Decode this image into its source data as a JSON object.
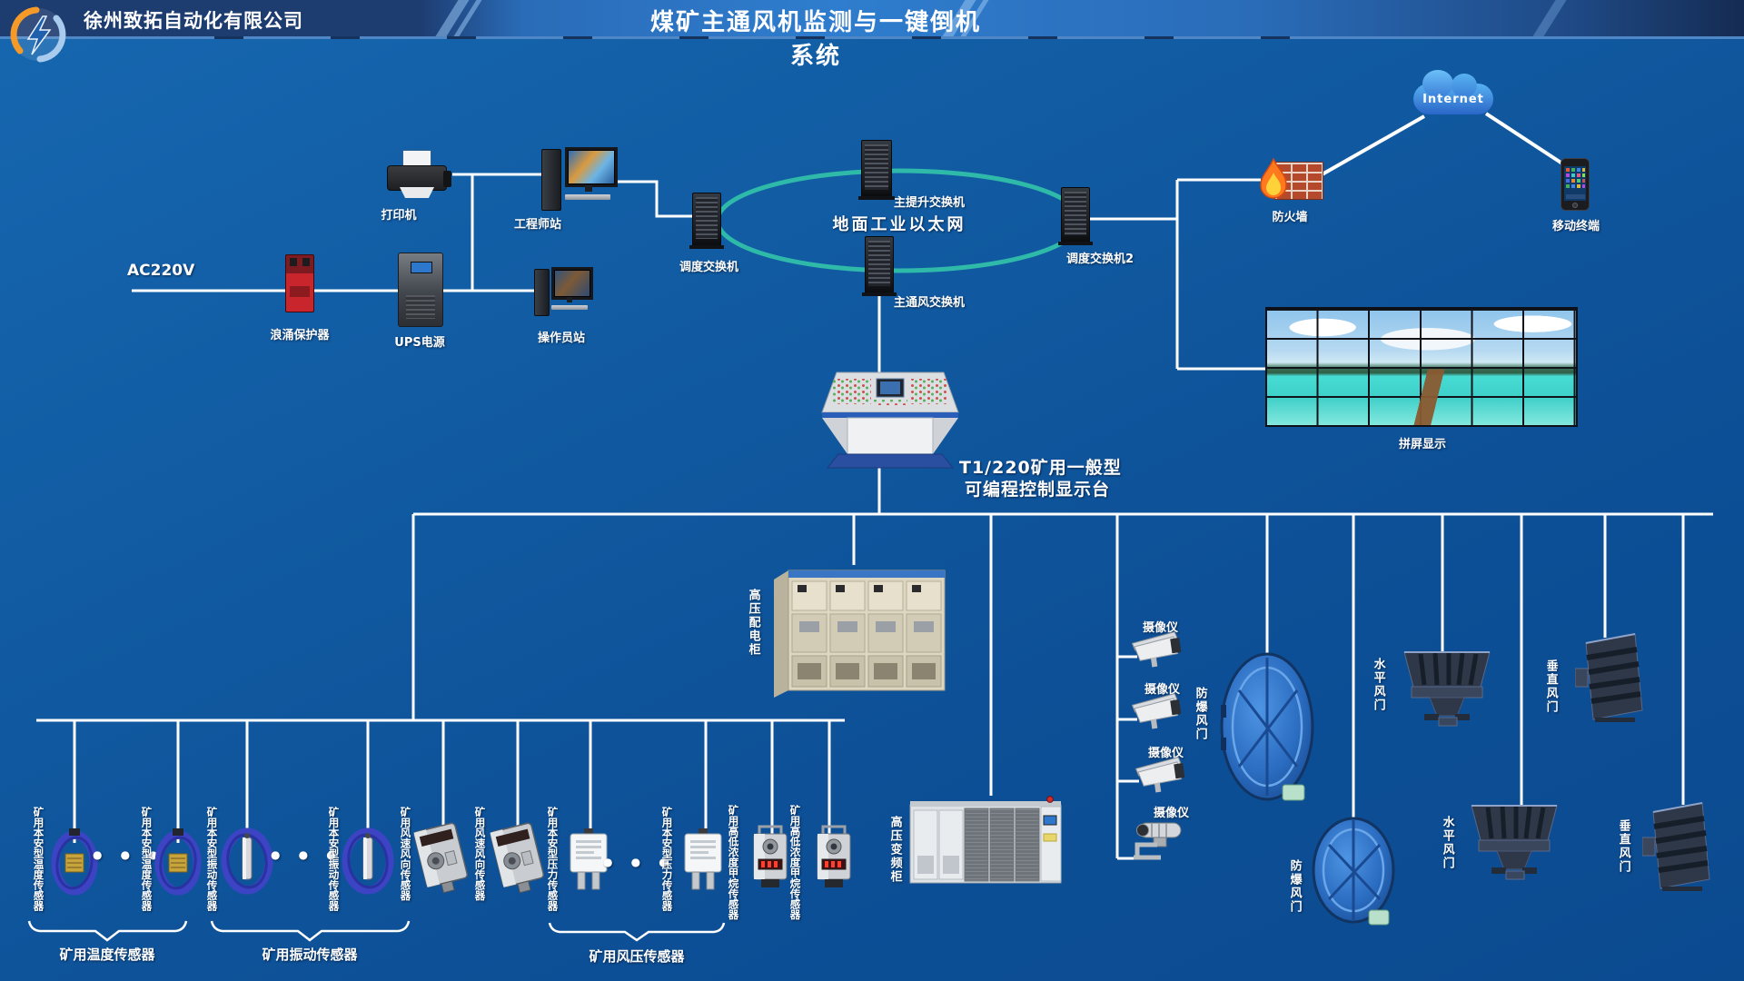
{
  "header": {
    "company": "徐州致拓自动化有限公司",
    "title": "煤矿主通风机监测与一键倒机系统"
  },
  "power": {
    "ac": "AC220V",
    "surge": "浪涌保护器",
    "ups": "UPS电源"
  },
  "stations": {
    "printer": "打印机",
    "engineer": "工程师站",
    "operator": "操作员站"
  },
  "network": {
    "dispatch_switch": "调度交换机",
    "hoist_switch": "主提升交换机",
    "ring": "地面工业以太网",
    "fan_switch": "主通风交换机",
    "dispatch_switch2": "调度交换机2",
    "firewall": "防火墙",
    "internet": "Internet",
    "mobile": "移动终端"
  },
  "display": {
    "videowall": "拼屏显示",
    "console_line1": "T1/220矿用一般型",
    "console_line2": "可编程控制显示台"
  },
  "cabinets": {
    "hv_distribution": "高压配电柜",
    "hv_vfd": "高压变频柜"
  },
  "camera": {
    "label": "摄像仪"
  },
  "doors": {
    "explosion": "防爆风门",
    "horizontal": "水平风门",
    "vertical": "垂直风门"
  },
  "sensors": {
    "temperature": "矿用本安型温度传感器",
    "vibration": "矿用本安型振动传感器",
    "wind": "矿用风速风向传感器",
    "pressure": "矿用本安型压力传感器",
    "methane": "矿用高低浓度甲烷传感器",
    "dots": "●  ●  ●"
  },
  "groups": {
    "temperature": "矿用温度传感器",
    "vibration": "矿用振动传感器",
    "pressure": "矿用风压传感器"
  },
  "colors": {
    "ring": "#2fb9a9",
    "line": "#ffffff"
  }
}
